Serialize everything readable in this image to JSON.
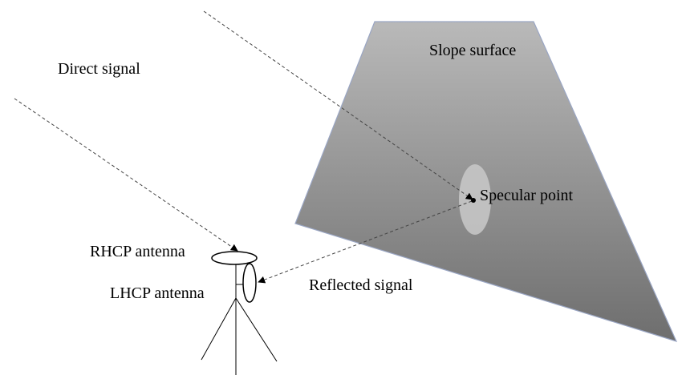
{
  "labels": {
    "direct_signal": "Direct signal",
    "slope_surface": "Slope surface",
    "specular_point": "Specular point",
    "rhcp_antenna": "RHCP antenna",
    "lhcp_antenna": "LHCP antenna",
    "reflected_signal": "Reflected signal"
  },
  "colors": {
    "slope_top": "#b8b8b8",
    "slope_bottom": "#707070",
    "slope_edge": "#9aa6c4",
    "specular_patch": "#c8c8c8"
  }
}
